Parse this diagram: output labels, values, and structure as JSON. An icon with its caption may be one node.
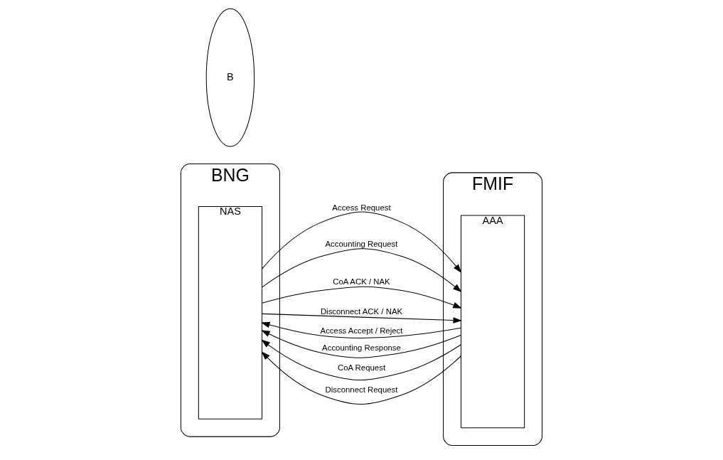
{
  "diagram": {
    "nodes": [
      {
        "text": [
          "BNG"
        ]
      },
      {
        "text": [
          "NAS"
        ],
        "in": 0
      },
      {
        "text": [
          "FMIF"
        ]
      },
      {
        "text": [
          "AAA"
        ],
        "in": 2
      },
      {
        "text": [
          "B"
        ]
      }
    ],
    "edges": [
      {
        "from": 1,
        "to": 3,
        "arrow": "to",
        "label": "Access Request"
      },
      {
        "from": 3,
        "to": 1,
        "arrow": "to",
        "label": "Access Accept / Reject"
      },
      {
        "from": 1,
        "to": 3,
        "arrow": "to",
        "label": "Accounting Request"
      },
      {
        "from": 3,
        "to": 1,
        "arrow": "to",
        "label": "Accounting Response"
      },
      {
        "from": 3,
        "to": 1,
        "arrow": "to",
        "label": "CoA Request"
      },
      {
        "from": 1,
        "to": 3,
        "arrow": "to",
        "label": "CoA ACK / NAK"
      },
      {
        "from": 3,
        "to": 1,
        "arrow": "to",
        "label": "Disconnect Request"
      },
      {
        "from": 1,
        "to": 3,
        "arrow": "to",
        "label": "Disconnect ACK / NAK"
      }
    ]
  }
}
